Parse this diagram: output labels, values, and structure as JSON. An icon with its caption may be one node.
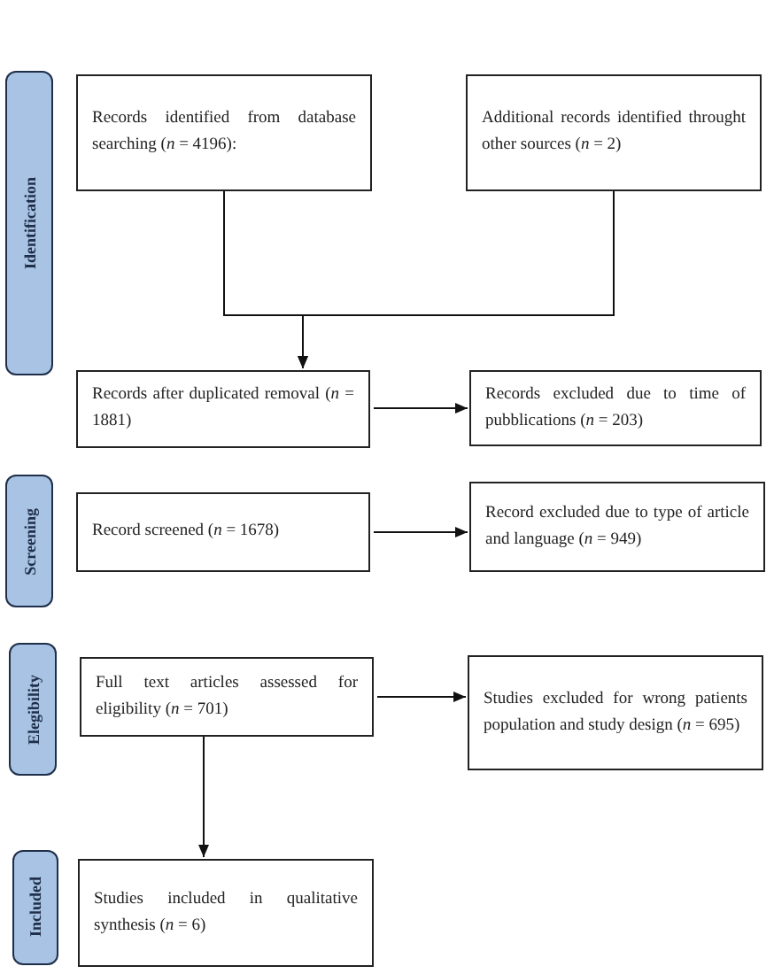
{
  "diagram": {
    "nodes": [
      {
        "text": [
          "Identification"
        ]
      },
      {
        "text": [
          "Records identified from database searching (*n* = 4196):"
        ]
      },
      {
        "text": [
          "Additional records identified throught other sources (*n* = 2)"
        ]
      },
      {
        "text": [
          "Records after duplicated removal (*n* = 1881)"
        ]
      },
      {
        "text": [
          "Records excluded due to time of pubblications (*n* = 203)"
        ]
      },
      {
        "text": [
          "Screening"
        ]
      },
      {
        "text": [
          "Record screened (*n* = 1678)"
        ]
      },
      {
        "text": [
          "Record excluded due to type of article and language (*n* = 949)"
        ]
      },
      {
        "text": [
          "Elegibility"
        ]
      },
      {
        "text": [
          "Full text articles assessed for eligibility (*n* = 701)"
        ]
      },
      {
        "text": [
          "Studies excluded for wrong patients population and study design (*n* = 695)"
        ]
      },
      {
        "text": [
          "Included"
        ]
      },
      {
        "text": [
          "Studies included in qualitative synthesis (*n* = 6)"
        ]
      }
    ],
    "edges": [
      {
        "from": 1,
        "to": 3,
        "arrow": "to"
      },
      {
        "from": 2,
        "to": 3,
        "arrow": "to"
      },
      {
        "from": 3,
        "to": 4,
        "arrow": "to"
      },
      {
        "from": 6,
        "to": 7,
        "arrow": "to"
      },
      {
        "from": 9,
        "to": 10,
        "arrow": "to"
      },
      {
        "from": 9,
        "to": 12,
        "arrow": "to"
      }
    ]
  }
}
